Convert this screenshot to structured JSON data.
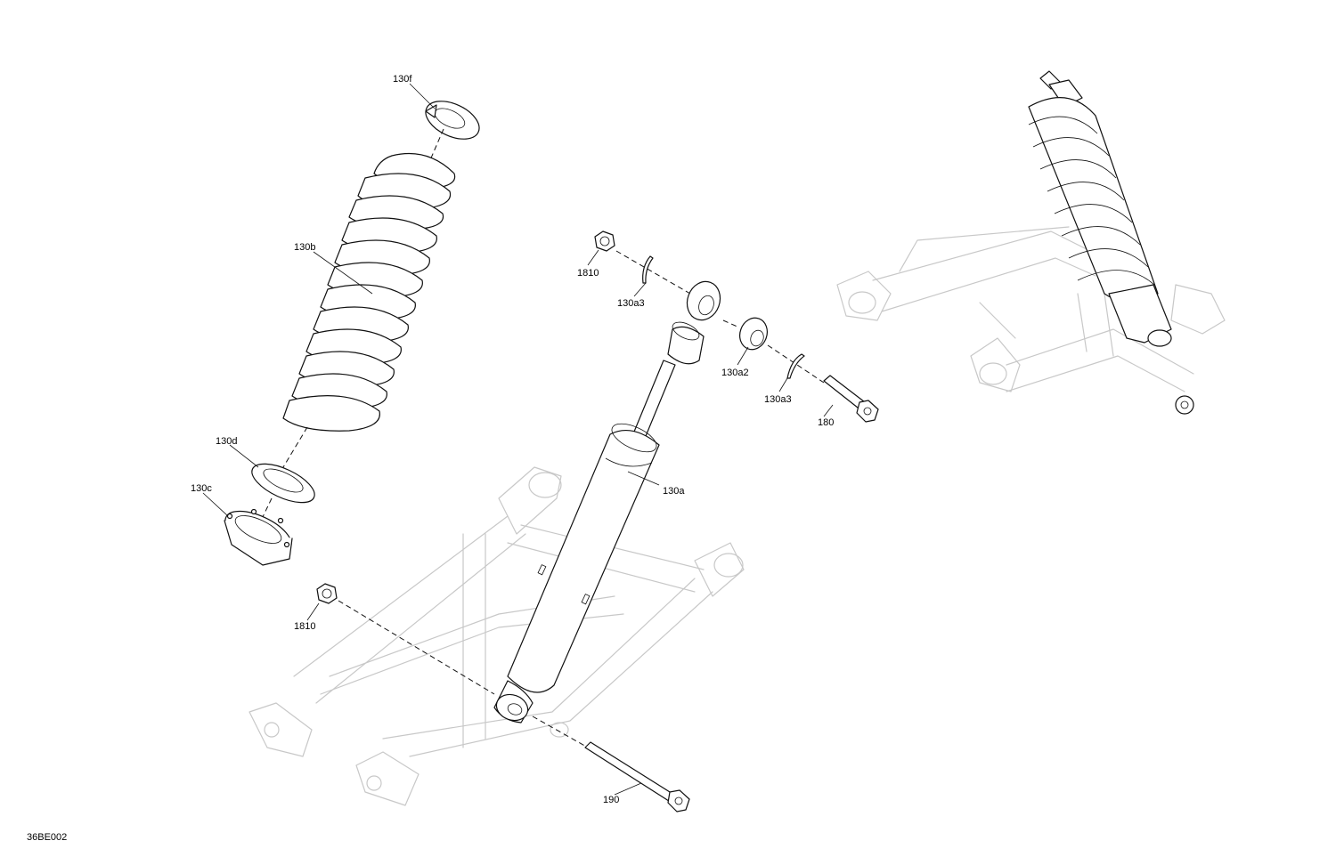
{
  "drawing_id": "36BE002",
  "callouts": {
    "c130f": "130f",
    "c130b": "130b",
    "c130d": "130d",
    "c130c": "130c",
    "c1810_top": "1810",
    "c130a3_left": "130a3",
    "c130a2": "130a2",
    "c130a3_right": "130a3",
    "c180": "180",
    "c130a": "130a",
    "c1810_bottom": "1810",
    "c190": "190"
  }
}
